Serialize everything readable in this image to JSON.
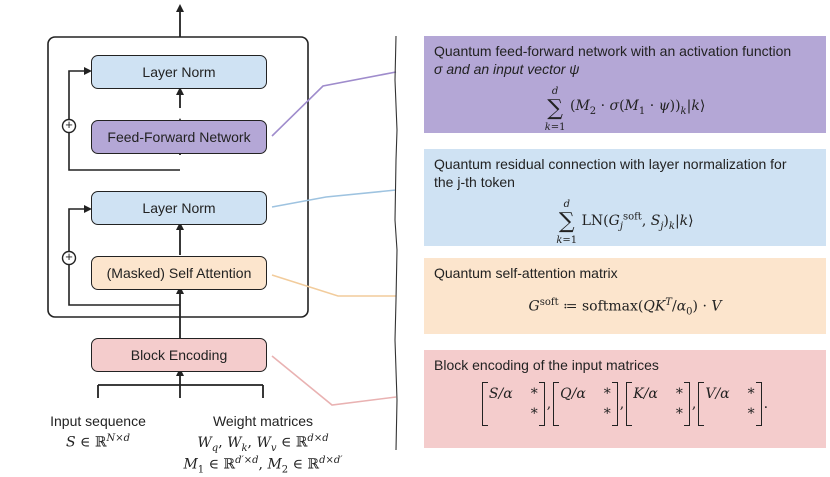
{
  "colors": {
    "layer_norm": "#cfe2f3",
    "ffn": "#b4a7d6",
    "attention": "#fce5cd",
    "block_encoding": "#f4cccc",
    "panel_purple": "#b4a7d6",
    "panel_blue": "#cfe2f3",
    "panel_orange": "#fce5cd",
    "panel_pink": "#f4cccc"
  },
  "blocks": {
    "layer_norm_top": "Layer Norm",
    "ffn": "Feed-Forward Network",
    "layer_norm_bottom": "Layer Norm",
    "attention": "(Masked) Self Attention",
    "block_encoding": "Block Encoding",
    "plus": "+"
  },
  "inputs": {
    "input_label": "Input sequence",
    "input_math": "S ∈ ℝ^{N×d}",
    "weight_label": "Weight matrices",
    "weight_math_1": "W_q, W_k, W_v ∈ ℝ^{d×d}",
    "weight_math_2": "M_1 ∈ ℝ^{d′×d}, M_2 ∈ ℝ^{d×d′}"
  },
  "panels": {
    "ffn_text_1": "Quantum feed-forward network with an activation function",
    "ffn_text_2": "σ and an input vector ψ",
    "ffn_formula": "Σ_{k=1}^{d} (M_2 · σ(M_1 · ψ))_k |k⟩",
    "residual_text_1": "Quantum residual connection with layer normalization for",
    "residual_text_2": "the j-th token",
    "residual_formula": "Σ_{k=1}^{d} LN(G_j^soft, S_j)_k |k⟩",
    "attention_text": "Quantum self-attention matrix",
    "attention_formula": "G^soft := softmax(QK^T/α_0) · V",
    "encoding_text": "Block encoding of the input matrices",
    "encoding_matrices": [
      "S/α",
      "Q/α",
      "K/α",
      "V/α"
    ],
    "encoding_star": "*"
  }
}
